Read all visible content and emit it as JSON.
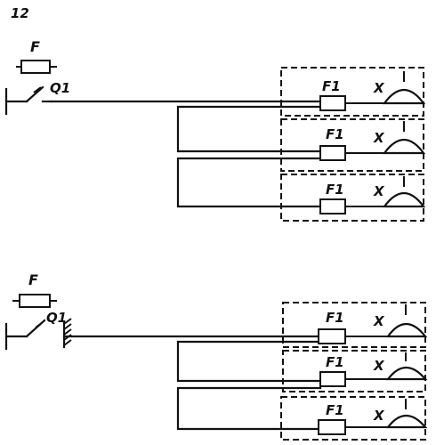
{
  "figure": {
    "number": "12"
  },
  "top_circuit": {
    "main_fuse_label": "F",
    "switch_label": "Q1",
    "units": [
      {
        "fuse_label": "F1",
        "socket_label": "X"
      },
      {
        "fuse_label": "F1",
        "socket_label": "X"
      },
      {
        "fuse_label": "F1",
        "socket_label": "X"
      }
    ]
  },
  "bottom_circuit": {
    "main_fuse_label": "F",
    "switch_label": "Q1",
    "units": [
      {
        "fuse_label": "F1",
        "socket_label": "X"
      },
      {
        "fuse_label": "F1",
        "socket_label": "X"
      },
      {
        "fuse_label": "F1",
        "socket_label": "X"
      }
    ]
  }
}
